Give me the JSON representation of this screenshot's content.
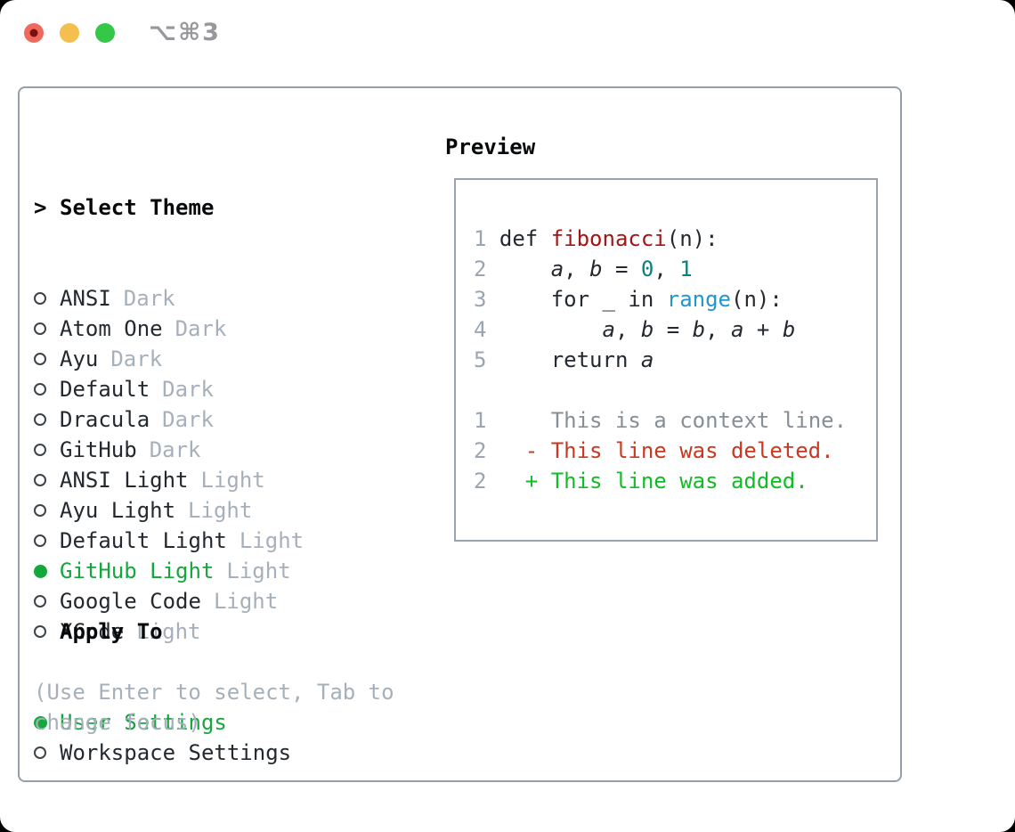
{
  "window": {
    "title": "⌥⌘3"
  },
  "colors": {
    "selection_green": "#16a73c",
    "added_green": "#10bd24",
    "deleted_red": "#c9381f",
    "function_red": "#a31515",
    "builtin_blue": "#2196cf",
    "number_teal": "#0d7e84",
    "muted_gray": "#a6b0ba",
    "panel_border": "#959fab",
    "traffic_red": "#ee6a5f",
    "traffic_yellow": "#f5bf4f",
    "traffic_green": "#34c748"
  },
  "theme_picker": {
    "header_prefix": ">",
    "header": "Select Theme",
    "items": [
      {
        "name": "ANSI",
        "tag": "Dark",
        "selected": false
      },
      {
        "name": "Atom One",
        "tag": "Dark",
        "selected": false
      },
      {
        "name": "Ayu",
        "tag": "Dark",
        "selected": false
      },
      {
        "name": "Default",
        "tag": "Dark",
        "selected": false
      },
      {
        "name": "Dracula",
        "tag": "Dark",
        "selected": false
      },
      {
        "name": "GitHub",
        "tag": "Dark",
        "selected": false
      },
      {
        "name": "ANSI Light",
        "tag": "Light",
        "selected": false
      },
      {
        "name": "Ayu Light",
        "tag": "Light",
        "selected": false
      },
      {
        "name": "Default Light",
        "tag": "Light",
        "selected": false
      },
      {
        "name": "GitHub Light",
        "tag": "Light",
        "selected": true
      },
      {
        "name": "Google Code",
        "tag": "Light",
        "selected": false
      },
      {
        "name": "XCode",
        "tag": "Light",
        "selected": false
      }
    ]
  },
  "apply_to": {
    "header": "Apply To",
    "options": [
      {
        "name": "User Settings",
        "selected": true
      },
      {
        "name": "Workspace Settings",
        "selected": false
      }
    ]
  },
  "hint": "(Use Enter to select, Tab to\nchange focus)",
  "preview": {
    "header": "Preview",
    "lines": [
      [
        {
          "t": "1 ",
          "c": "num"
        },
        {
          "t": "def ",
          "c": "code"
        },
        {
          "t": "fibonacci",
          "c": "func"
        },
        {
          "t": "(n):",
          "c": "code"
        }
      ],
      [
        {
          "t": "2 ",
          "c": "num"
        },
        {
          "t": "    ",
          "c": "code"
        },
        {
          "t": "a",
          "c": "var"
        },
        {
          "t": ", ",
          "c": "code"
        },
        {
          "t": "b",
          "c": "var"
        },
        {
          "t": " = ",
          "c": "code"
        },
        {
          "t": "0",
          "c": "numlit"
        },
        {
          "t": ", ",
          "c": "code"
        },
        {
          "t": "1",
          "c": "numlit"
        }
      ],
      [
        {
          "t": "3 ",
          "c": "num"
        },
        {
          "t": "    for _ in ",
          "c": "code"
        },
        {
          "t": "range",
          "c": "builtin"
        },
        {
          "t": "(n):",
          "c": "code"
        }
      ],
      [
        {
          "t": "4 ",
          "c": "num"
        },
        {
          "t": "        ",
          "c": "code"
        },
        {
          "t": "a",
          "c": "var"
        },
        {
          "t": ", ",
          "c": "code"
        },
        {
          "t": "b",
          "c": "var"
        },
        {
          "t": " = ",
          "c": "code"
        },
        {
          "t": "b",
          "c": "var"
        },
        {
          "t": ", ",
          "c": "code"
        },
        {
          "t": "a",
          "c": "var"
        },
        {
          "t": " + ",
          "c": "code"
        },
        {
          "t": "b",
          "c": "var"
        }
      ],
      [
        {
          "t": "5 ",
          "c": "num"
        },
        {
          "t": "    return ",
          "c": "code"
        },
        {
          "t": "a",
          "c": "var"
        }
      ],
      [],
      [
        {
          "t": "1     ",
          "c": "num"
        },
        {
          "t": "This is a context line.",
          "c": "context"
        }
      ],
      [
        {
          "t": "2   ",
          "c": "num"
        },
        {
          "t": "- This line was deleted.",
          "c": "deleted"
        }
      ],
      [
        {
          "t": "2   ",
          "c": "num"
        },
        {
          "t": "+ This line was added.",
          "c": "added"
        }
      ]
    ]
  }
}
